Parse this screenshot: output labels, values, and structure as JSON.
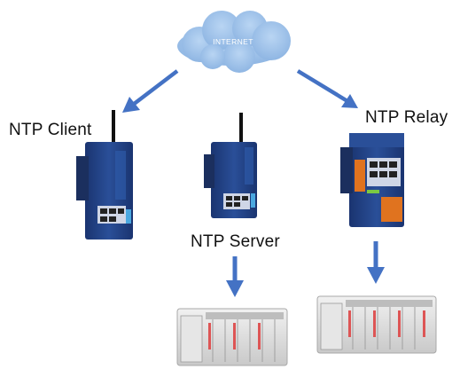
{
  "cloud": {
    "label": "INTERNET"
  },
  "nodes": {
    "client": {
      "label": "NTP Client"
    },
    "server": {
      "label": "NTP Server"
    },
    "relay": {
      "label": "NTP Relay"
    }
  },
  "colors": {
    "arrow": "#4472c4",
    "cloud": "#9fc3ea",
    "device_blue": "#1f3c7a",
    "device_orange": "#e0731f",
    "plc_body": "#dcdcdc"
  }
}
